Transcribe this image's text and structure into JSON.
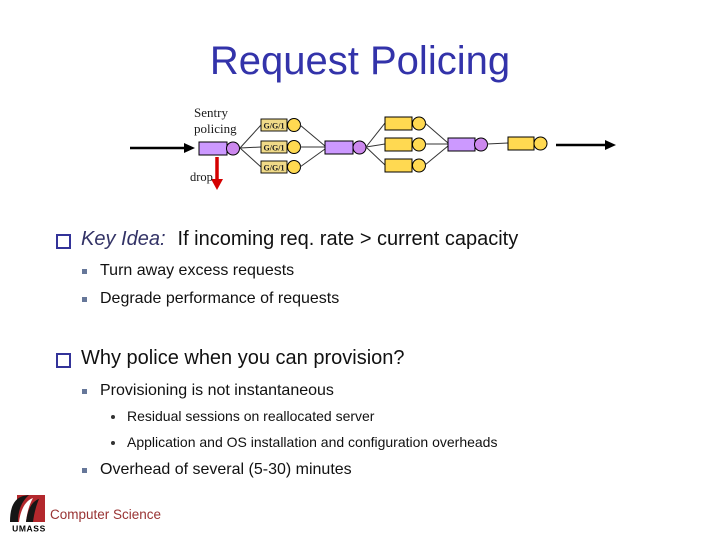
{
  "slide": {
    "title": "Request Policing"
  },
  "diagram": {
    "sentry_line1": "Sentry",
    "sentry_line2": "policing",
    "drop_label": "drop",
    "queue_label": "G/G/1",
    "colors": {
      "purple_rect": "#CC99FF",
      "purple_circle": "#CC88EE",
      "yellow": "#FFD951",
      "ggl_box": "#F0DA88",
      "drop_red": "#D40000"
    }
  },
  "content": {
    "bullet1": {
      "em": "Key Idea:",
      "text": "If incoming req. rate > current capacity",
      "subs": [
        "Turn away excess requests",
        "Degrade performance of requests"
      ]
    },
    "bullet2": {
      "text": "Why police when you can provision?",
      "subs": [
        "Provisioning is not instantaneous",
        "Overhead of several (5-30) minutes"
      ],
      "subsubs": [
        "Residual sessions on reallocated server",
        "Application and OS installation and configuration overheads"
      ]
    }
  },
  "footer": {
    "logo_text": "UMASS",
    "department": "Computer Science"
  },
  "colors": {
    "title": "#3333AA",
    "emphasis": "#333366",
    "bullet_square": "#333399",
    "sub_marker": "#667799",
    "footer_text": "#993333"
  }
}
